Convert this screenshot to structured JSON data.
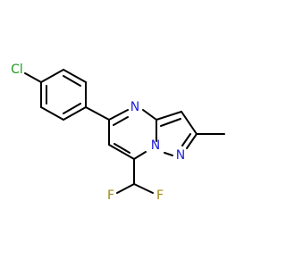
{
  "diagram": {
    "type": "chemical-structure",
    "background": "#ffffff",
    "bond_color": "#000000",
    "atoms": [
      {
        "id": "cl",
        "label": "Cl",
        "color": "#1f9a1f"
      },
      {
        "id": "n4",
        "label": "N",
        "color": "#2020dd"
      },
      {
        "id": "n8",
        "label": "N",
        "color": "#2020dd"
      },
      {
        "id": "n1",
        "label": "N",
        "color": "#2020dd"
      },
      {
        "id": "f1",
        "label": "F",
        "color": "#a08a12"
      },
      {
        "id": "f2",
        "label": "F",
        "color": "#a08a12"
      }
    ]
  }
}
